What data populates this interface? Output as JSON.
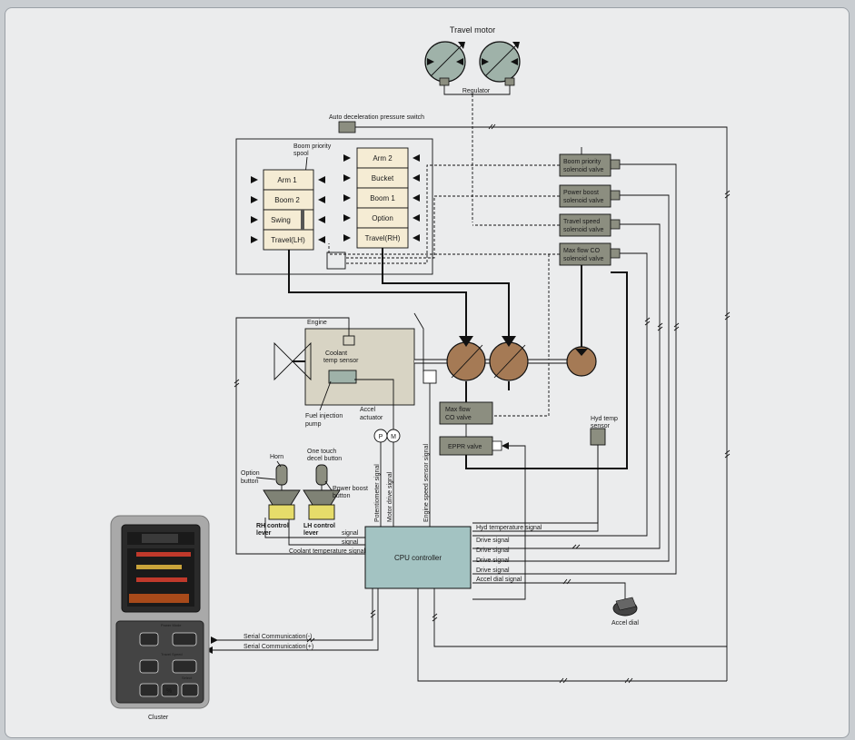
{
  "travel_motor": {
    "title": "Travel motor",
    "regulator": "Regulator"
  },
  "auto_decel_switch": "Auto deceleration pressure switch",
  "mcv": {
    "boom_priority_spool": [
      "Boom priority",
      "spool"
    ],
    "left_spools": [
      "Arm 1",
      "Boom 2",
      "Swing",
      "Travel(LH)"
    ],
    "right_spools": [
      "Arm 2",
      "Bucket",
      "Boom 1",
      "Option",
      "Travel(RH)"
    ]
  },
  "solenoids": [
    [
      "Boom priority",
      "solenoid valve"
    ],
    [
      "Power boost",
      "solenoid valve"
    ],
    [
      "Travel speed",
      "solenoid valve"
    ],
    [
      "Max flow CO",
      "solenoid valve"
    ]
  ],
  "engine": {
    "label": "Engine",
    "coolant_sensor": [
      "Coolant",
      "temp sensor"
    ],
    "fuel_pump": [
      "Fuel injection",
      "pump"
    ],
    "accel_actuator": [
      "Accel",
      "actuator"
    ],
    "p": "P",
    "m": "M"
  },
  "valves": {
    "max_flow": [
      "Max flow",
      "CO valve"
    ],
    "eppr": "EPPR valve"
  },
  "hyd_temp_sensor": [
    "Hyd temp",
    "sensor"
  ],
  "levers": {
    "horn": "Horn",
    "option_button": [
      "Option",
      "button"
    ],
    "one_touch": [
      "One touch",
      "decel button"
    ],
    "power_boost": [
      "Power boost",
      "button"
    ],
    "rh": [
      "RH control",
      "lever"
    ],
    "lh": [
      "LH control",
      "lever"
    ]
  },
  "cpu": {
    "label": "CPU controller",
    "left_signals": [
      "signal",
      "signal",
      "Coolant temperature signal"
    ],
    "top_signals": [
      "Potentiometer signal",
      "Motor drive signal",
      "Engine speed sensor signal"
    ],
    "right_signals": [
      "Hyd temperature signal",
      "Drive signal",
      "Drive signal",
      "Drive signal",
      "Drive signal",
      "Accel dial signal"
    ]
  },
  "serial": [
    "Serial Communication(-)",
    "Serial Communication(+)"
  ],
  "accel_dial": "Accel dial",
  "cluster": {
    "label": "Cluster",
    "power_mode": "Power Mode",
    "travel_speed": "Travel Speed",
    "select": "Select",
    "percent": "%"
  },
  "colors": {
    "pump": "#a57a55",
    "valve": "#8c8e80",
    "spool": "#f5ecd4",
    "engine": "#d8d4c4",
    "cpu": "#a3c3c2",
    "motor": "#9fb2a9"
  }
}
